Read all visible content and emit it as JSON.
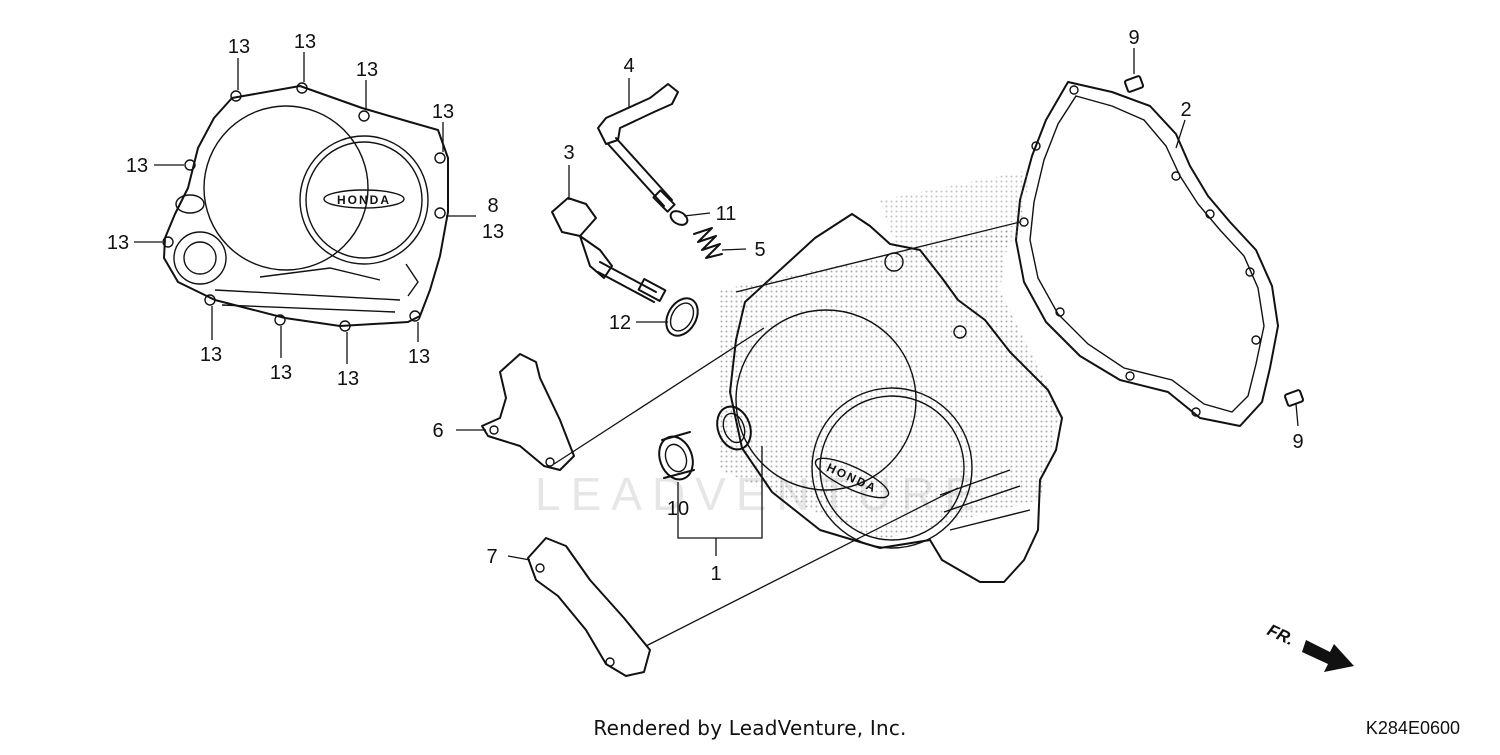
{
  "diagram": {
    "callouts": {
      "c1": "1",
      "c2": "2",
      "c3": "3",
      "c4": "4",
      "c5": "5",
      "c6": "6",
      "c7": "7",
      "c8": "8",
      "c9": "9",
      "c10": "10",
      "c11": "11",
      "c12": "12",
      "c13": "13"
    },
    "cover_logo": "HONDA",
    "direction_label": "FR.",
    "watermark": "LEADVENTURE"
  },
  "footer": {
    "rendered_by": "Rendered by LeadVenture, Inc.",
    "diagram_code": "K284E0600"
  }
}
